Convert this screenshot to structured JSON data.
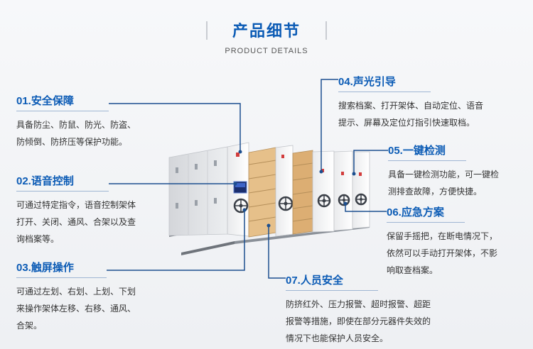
{
  "header": {
    "title": "产品细节",
    "subtitle": "PRODUCT DETAILS"
  },
  "features": [
    {
      "id": "01",
      "title": "01.安全保障",
      "desc": [
        "具备防尘、防鼠、防光、防盗、",
        "防倾倒、防挤压等保护功能。"
      ]
    },
    {
      "id": "02",
      "title": "02.语音控制",
      "desc": [
        "可通过特定指令，语音控制架体",
        "打开、关闭、通风、合架以及查",
        "询档案等。"
      ]
    },
    {
      "id": "03",
      "title": "03.触屏操作",
      "desc": [
        "可通过左划、右划、上划、下划",
        "来操作架体左移、右移、通风、",
        "合架。"
      ]
    },
    {
      "id": "04",
      "title": "04.声光引导",
      "desc": [
        "搜索档案、打开架体、自动定位、语音",
        "提示、屏幕及定位灯指引快速取档。"
      ]
    },
    {
      "id": "05",
      "title": "05.一键检测",
      "desc": [
        "具备一键检测功能，可一键检",
        "测排查故障，方便快捷。"
      ]
    },
    {
      "id": "06",
      "title": "06.应急方案",
      "desc": [
        "保留手摇把，在断电情况下，",
        "依然可以手动打开架体，不影",
        "响取查档案。"
      ]
    },
    {
      "id": "07",
      "title": "07.人员安全",
      "desc": [
        "防挤红外、压力报警、超时报警、超距",
        "报警等措施，即使在部分元器件失效的",
        "情况下也能保护人员安全。"
      ]
    }
  ],
  "colors": {
    "accent": "#0b5bb5",
    "connector": "#1c4f8f",
    "cabinet": "#f2f2f2",
    "wood": "#d9b27a"
  }
}
